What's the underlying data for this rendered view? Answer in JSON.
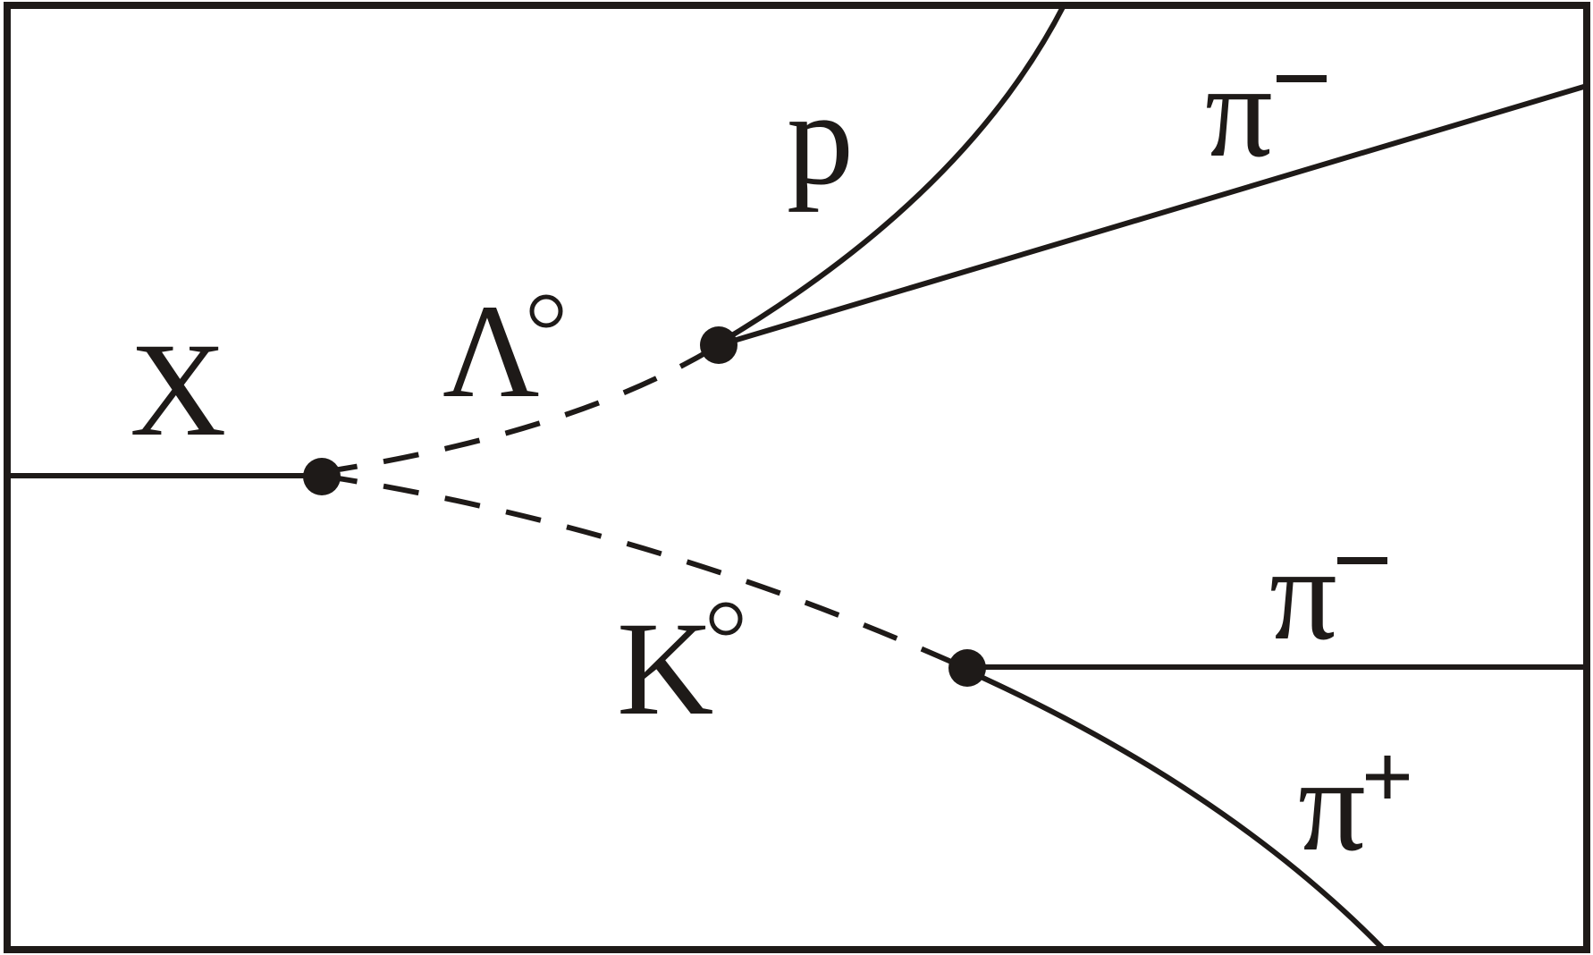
{
  "diagram": {
    "colors": {
      "ink": "#1e1a18",
      "background": "#ffffff"
    },
    "particles": {
      "x": {
        "symbol": "X"
      },
      "lambda": {
        "symbol": "Λ",
        "superscript": "°"
      },
      "kaon": {
        "symbol": "K",
        "superscript": "°"
      },
      "proton": {
        "symbol": "p"
      },
      "pi_minus_upper": {
        "symbol": "π",
        "superscript": "−"
      },
      "pi_minus_lower": {
        "symbol": "π",
        "superscript": "−"
      },
      "pi_plus": {
        "symbol": "π",
        "superscript": "+"
      }
    },
    "tracks": [
      {
        "name": "x-track",
        "style": "solid"
      },
      {
        "name": "lambda-track",
        "style": "dashed"
      },
      {
        "name": "kaon-track",
        "style": "dashed"
      },
      {
        "name": "proton-track",
        "style": "solid"
      },
      {
        "name": "pi-minus-upper-track",
        "style": "solid"
      },
      {
        "name": "pi-minus-lower-track",
        "style": "solid"
      },
      {
        "name": "pi-plus-track",
        "style": "solid"
      }
    ]
  }
}
